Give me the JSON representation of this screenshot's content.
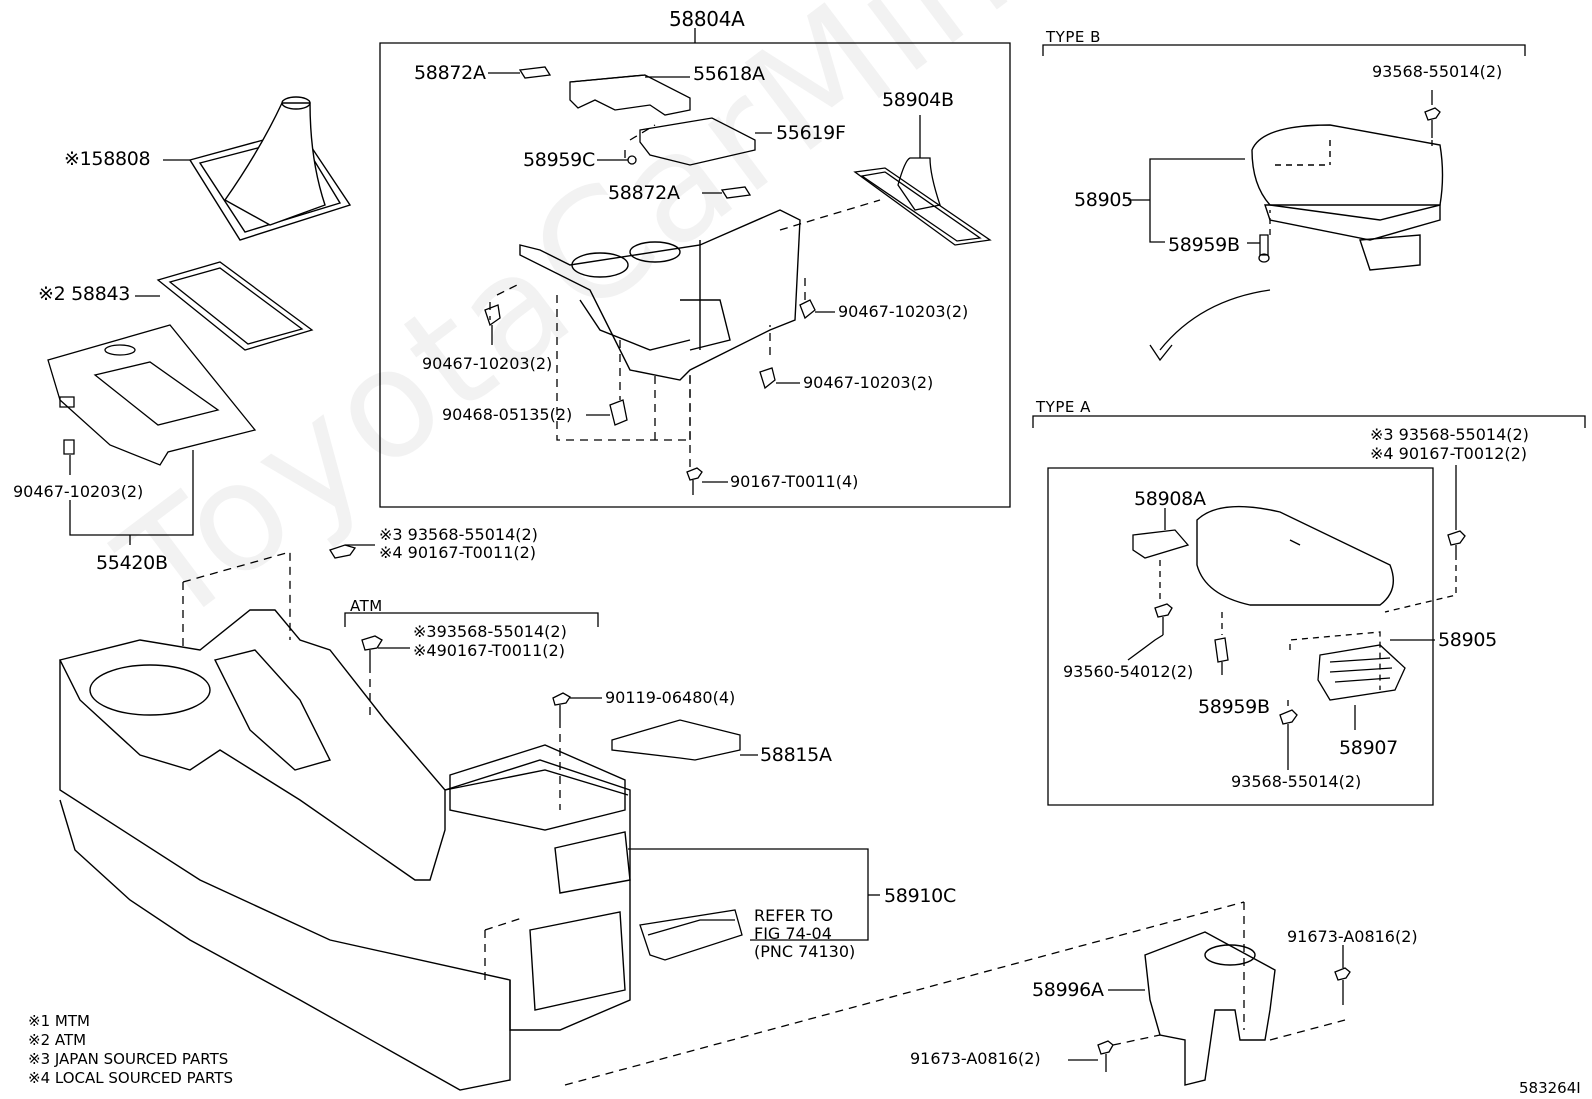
{
  "watermark": "ToyotaCarMine.ru",
  "groups": {
    "type_b": "TYPE B",
    "type_a": "TYPE A",
    "atm": "ATM"
  },
  "labels": {
    "p58804A": "58804A",
    "p58872A_1": "58872A",
    "p55618A": "55618A",
    "p55619F": "55619F",
    "p58959C": "58959C",
    "p58872A_2": "58872A",
    "p58904B": "58904B",
    "p90467_r1": "90467-10203(2)",
    "p90467_l": "90467-10203(2)",
    "p90467_r2": "90467-10203(2)",
    "p90468": "90468-05135(2)",
    "p90167_t0011_4": "90167-T0011(4)",
    "p58808": "※158808",
    "p58843": "※2 58843",
    "p90467_left": "90467-10203(2)",
    "p55420B": "55420B",
    "p_93568_a": "※3 93568-55014(2)",
    "p_90167_a": "※4 90167-T0011(2)",
    "p_93568_atm": "※393568-55014(2)",
    "p_90167_atm": "※490167-T0011(2)",
    "p90119": "90119-06480(4)",
    "p58815A": "58815A",
    "p58910C": "58910C",
    "refer_1": "REFER TO",
    "refer_2": "FIG 74-04",
    "refer_3": "(PNC 74130)",
    "p93568_b": "93568-55014(2)",
    "p58905_b": "58905",
    "p58959B_b": "58959B",
    "p_93568_typea": "※3 93568-55014(2)",
    "p_90167_typea": "※4 90167-T0012(2)",
    "p58908A": "58908A",
    "p58905_a": "58905",
    "p93560": "93560-54012(2)",
    "p58959B_a": "58959B",
    "p58907": "58907",
    "p93568_a_bottom": "93568-55014(2)",
    "p91673_top": "91673-A0816(2)",
    "p58996A": "58996A",
    "p91673_bottom": "91673-A0816(2)",
    "ref_id": "583264I"
  },
  "notes": [
    "※1 MTM",
    "※2 ATM",
    "※3 JAPAN SOURCED PARTS",
    "※4 LOCAL SOURCED PARTS"
  ]
}
